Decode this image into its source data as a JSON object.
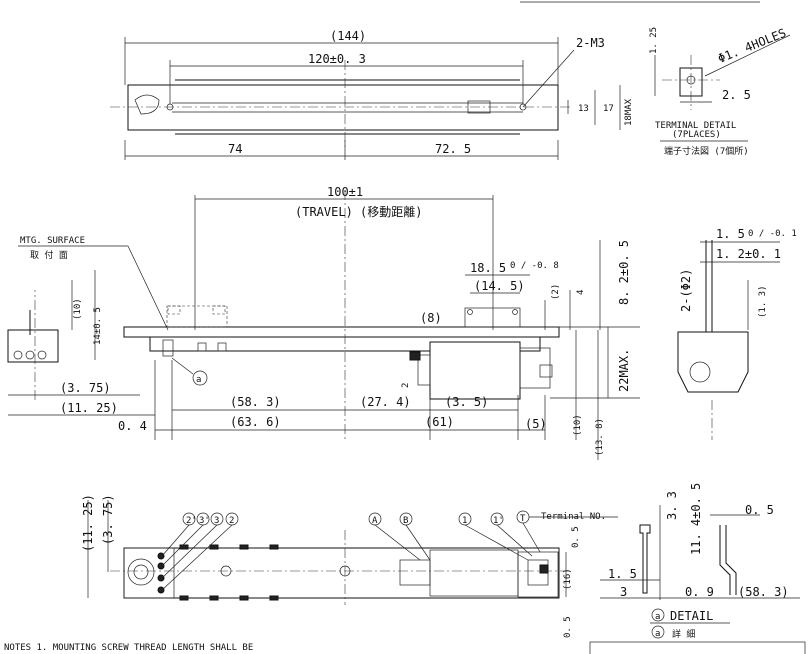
{
  "top_view": {
    "overall_length": "(144)",
    "mount_pitch": "120±0. 3",
    "screw_holes": "2-M3",
    "left_len": "74",
    "right_len": "72. 5",
    "dim_13": "13",
    "dim_17": "17",
    "height_max": "18MAX"
  },
  "terminal_detail": {
    "hole_dia": "Φ1. 4HOLES",
    "dim_125": "1. 25",
    "dim_25": "2. 5",
    "title_en": "TERMINAL DETAIL",
    "places_en": "(7PLACES)",
    "title_jp": "端子寸法図 (7個所)"
  },
  "side_view": {
    "mtg_surface": "MTG. SURFACE",
    "mtg_surface_jp": "取 付 面",
    "travel": "100±1",
    "travel_label": "(TRAVEL) (移動距離)",
    "dim_185": "18. 5",
    "tol_185": "0 / -0. 8",
    "dim_145": "(14. 5)",
    "dim_2": "(2)",
    "dim_4": "4",
    "dim_82": "8. 2±0. 5",
    "dim_8": "(8)",
    "dim_22": "22MAX.",
    "dim_10r": "(10)",
    "dim_138": "(13. 8)",
    "dim_583": "(58. 3)",
    "dim_274": "(27. 4)",
    "dim_35": "(3. 5)",
    "dim_2b": "2",
    "dim_636": "(63. 6)",
    "dim_61": "(61)",
    "dim_5": "(5)",
    "dim_04": "0. 4",
    "dim_375": "(3. 75)",
    "dim_1125": "(11. 25)",
    "dim_10l": "(10)",
    "dim_14": "14±0. 5",
    "detail_mark": "a"
  },
  "end_view": {
    "dim_15": "1. 5",
    "tol_15": "0 / -0. 1",
    "dim_12": "1. 2±0. 1",
    "dim_phi2": "2-(Φ2)",
    "dim_13": "(1. 3)"
  },
  "bottom_view": {
    "term_labels": [
      "2'",
      "3'",
      "3",
      "2"
    ],
    "marks": [
      "A",
      "B",
      "1",
      "1'",
      "T"
    ],
    "terminal_no": "Terminal NO.",
    "dim_1125": "(11. 25)",
    "dim_375": "(3. 75)",
    "dim_16": "(16)",
    "dim_05": "0. 5",
    "dim_05b": "0. 5"
  },
  "detail_a": {
    "dim_33": "3. 3",
    "dim_05": "0. 5",
    "dim_114": "11. 4±0. 5",
    "dim_15": "1. 5",
    "dim_3": "3",
    "dim_09": "0. 9",
    "dim_583": "(58. 3)",
    "label_en": "DETAIL",
    "label_jp": "詳 細",
    "mark": "a"
  },
  "notes": {
    "text": "NOTES 1. MOUNTING SCREW THREAD LENGTH SHALL BE"
  }
}
